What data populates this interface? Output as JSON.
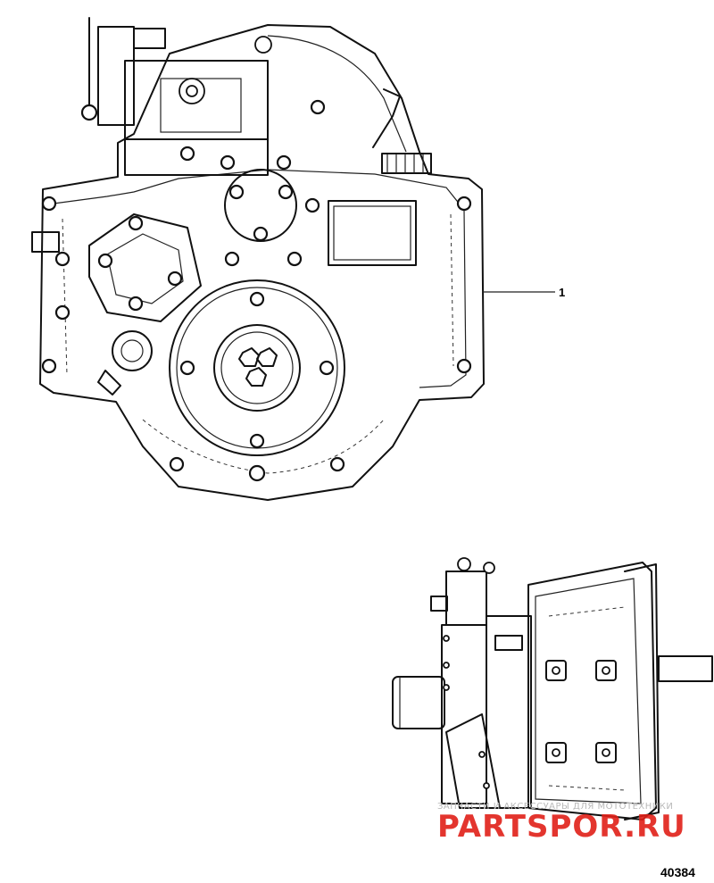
{
  "callout": {
    "number": "1"
  },
  "figure": {
    "number": "40384"
  },
  "watermark": {
    "tagline": "ЗАПЧАСТИ И АКСЕССУАРЫ ДЛЯ МОТОТЕХНИКИ",
    "brand": "PARTSPOR.RU"
  },
  "colors": {
    "line": "#111111",
    "background": "#ffffff",
    "watermark_red": "#e02018",
    "watermark_gray": "#b9b9b9"
  }
}
